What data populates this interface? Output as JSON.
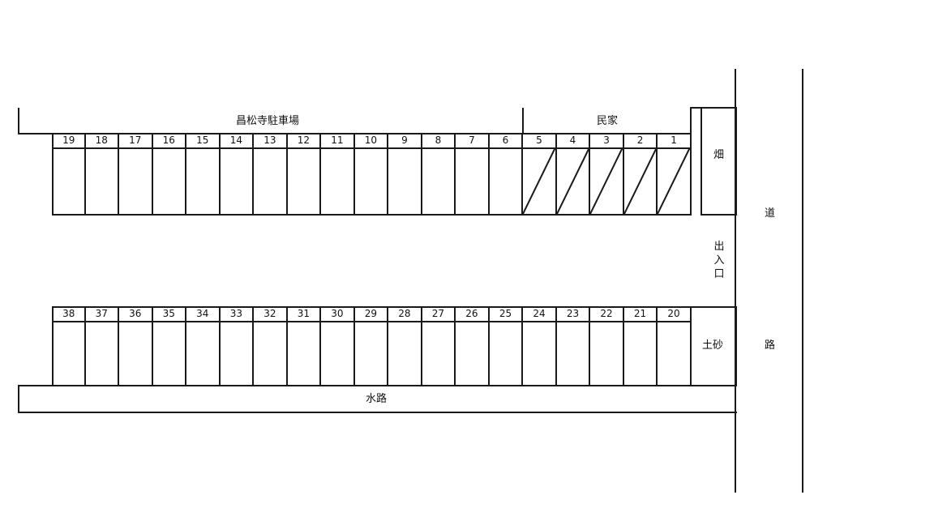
{
  "labels": {
    "parking_lot": "昌松寺駐車場",
    "house": "民家",
    "field": "畑",
    "entrance": [
      "出",
      "入",
      "口"
    ],
    "soil": "土砂",
    "waterway": "水路",
    "road": [
      "道",
      "路"
    ]
  },
  "top_row": {
    "spaces": [
      "19",
      "18",
      "17",
      "16",
      "15",
      "14",
      "13",
      "12",
      "11",
      "10",
      "9",
      "8",
      "7",
      "6",
      "5",
      "4",
      "3",
      "2",
      "1"
    ],
    "hatched": [
      "5",
      "4",
      "3",
      "2",
      "1"
    ]
  },
  "bottom_row": {
    "spaces": [
      "38",
      "37",
      "36",
      "35",
      "34",
      "33",
      "32",
      "31",
      "30",
      "29",
      "28",
      "27",
      "26",
      "25",
      "24",
      "23",
      "22",
      "21",
      "20"
    ]
  },
  "colors": {
    "line": "#1a1a1a",
    "background": "#ffffff"
  }
}
